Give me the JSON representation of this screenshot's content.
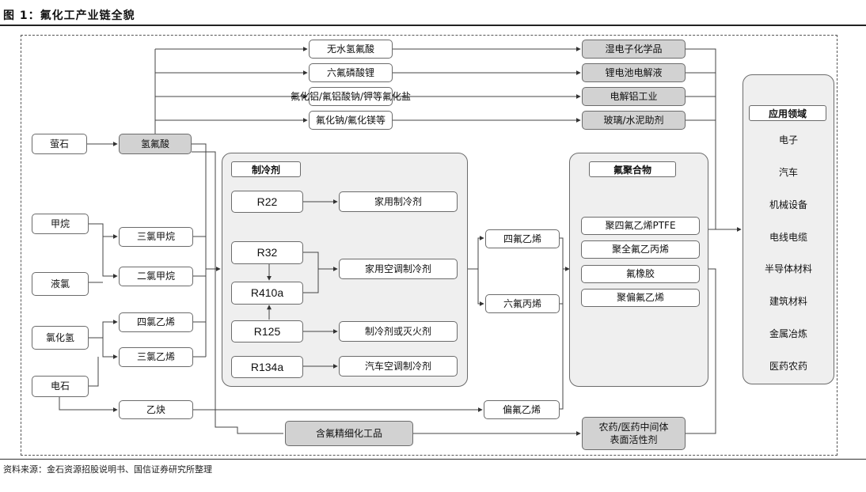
{
  "title": "图 1：氟化工产业链全貌",
  "source": "资料来源：金石资源招股说明书、国信证券研究所整理",
  "boxes": {
    "fluorite": "萤石",
    "hf": "氢氟酸",
    "methane": "甲烷",
    "chlorine": "液氯",
    "hcl": "氯化氢",
    "carbide": "电石",
    "chloroform": "三氯甲烷",
    "dcm": "二氯甲烷",
    "pce": "四氯乙烯",
    "tce": "三氯乙烯",
    "acetylene": "乙炔",
    "ahf": "无水氢氟酸",
    "lipf6": "六氟磷酸锂",
    "alf3": "氟化铝/氟铝酸钠/钾等氟化盐",
    "naf": "氟化钠/氟化镁等",
    "echem": "湿电子化学品",
    "electrolyte": "锂电池电解液",
    "aluminum": "电解铝工业",
    "glass": "玻璃/水泥助剂",
    "r22": "R22",
    "r32": "R32",
    "r410a": "R410a",
    "r125": "R125",
    "r134a": "R134a",
    "home_ref": "家用制冷剂",
    "home_ac": "家用空调制冷剂",
    "fire": "制冷剂或灭火剂",
    "car_ac": "汽车空调制冷剂",
    "tfe": "四氟乙烯",
    "hfp": "六氟丙烯",
    "vdf": "偏氟乙烯",
    "ptfe": "聚四氟乙烯PTFE",
    "fep": "聚全氟乙丙烯",
    "fkm": "氟橡胶",
    "pvdf": "聚偏氟乙烯",
    "fine": "含氟精细化工品",
    "pesticide_1": "农药/医药中间体",
    "pesticide_2": "表面活性剂"
  },
  "panels": {
    "refrigerant": "制冷剂",
    "polymer": "氟聚合物",
    "application": "应用领域"
  },
  "applications": [
    "电子",
    "汽车",
    "机械设备",
    "电线电缆",
    "半导体材料",
    "建筑材料",
    "金属冶炼",
    "医药农药"
  ]
}
